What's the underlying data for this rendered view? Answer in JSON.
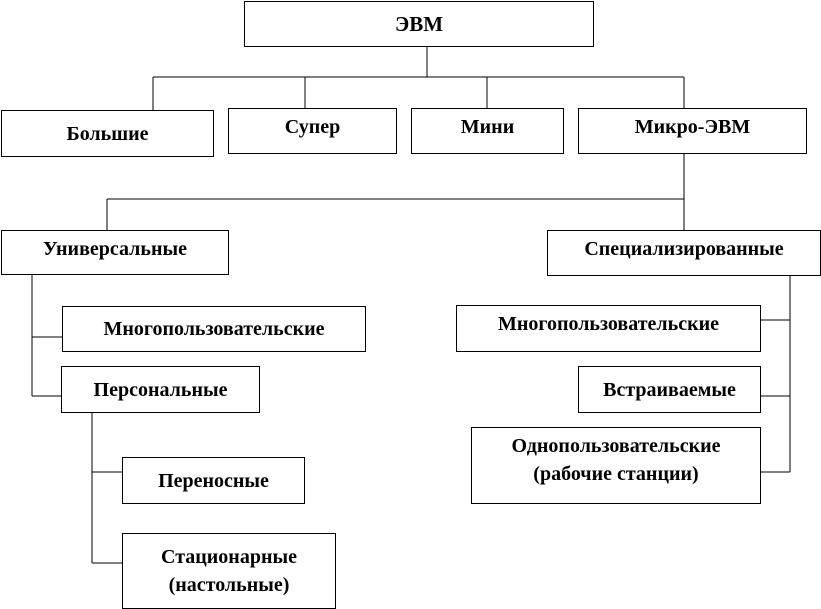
{
  "diagram": {
    "root": "ЭВМ",
    "classes": {
      "large": "Большие",
      "super": "Супер",
      "mini": "Мини",
      "micro": "Микро-ЭВМ"
    },
    "micro_types": {
      "universal": "Универсальные",
      "specialized": "Специализированные"
    },
    "universal_children": {
      "multiuser": "Многопользовательские",
      "personal": "Персональные"
    },
    "personal_children": {
      "portable": "Переносные",
      "stationary_line1": "Стационарные",
      "stationary_line2": "(настольные)"
    },
    "specialized_children": {
      "multiuser": "Многопользовательские",
      "embedded": "Встраиваемые",
      "singleuser_line1": "Однопользовательские",
      "singleuser_line2": "(рабочие станции)"
    }
  }
}
